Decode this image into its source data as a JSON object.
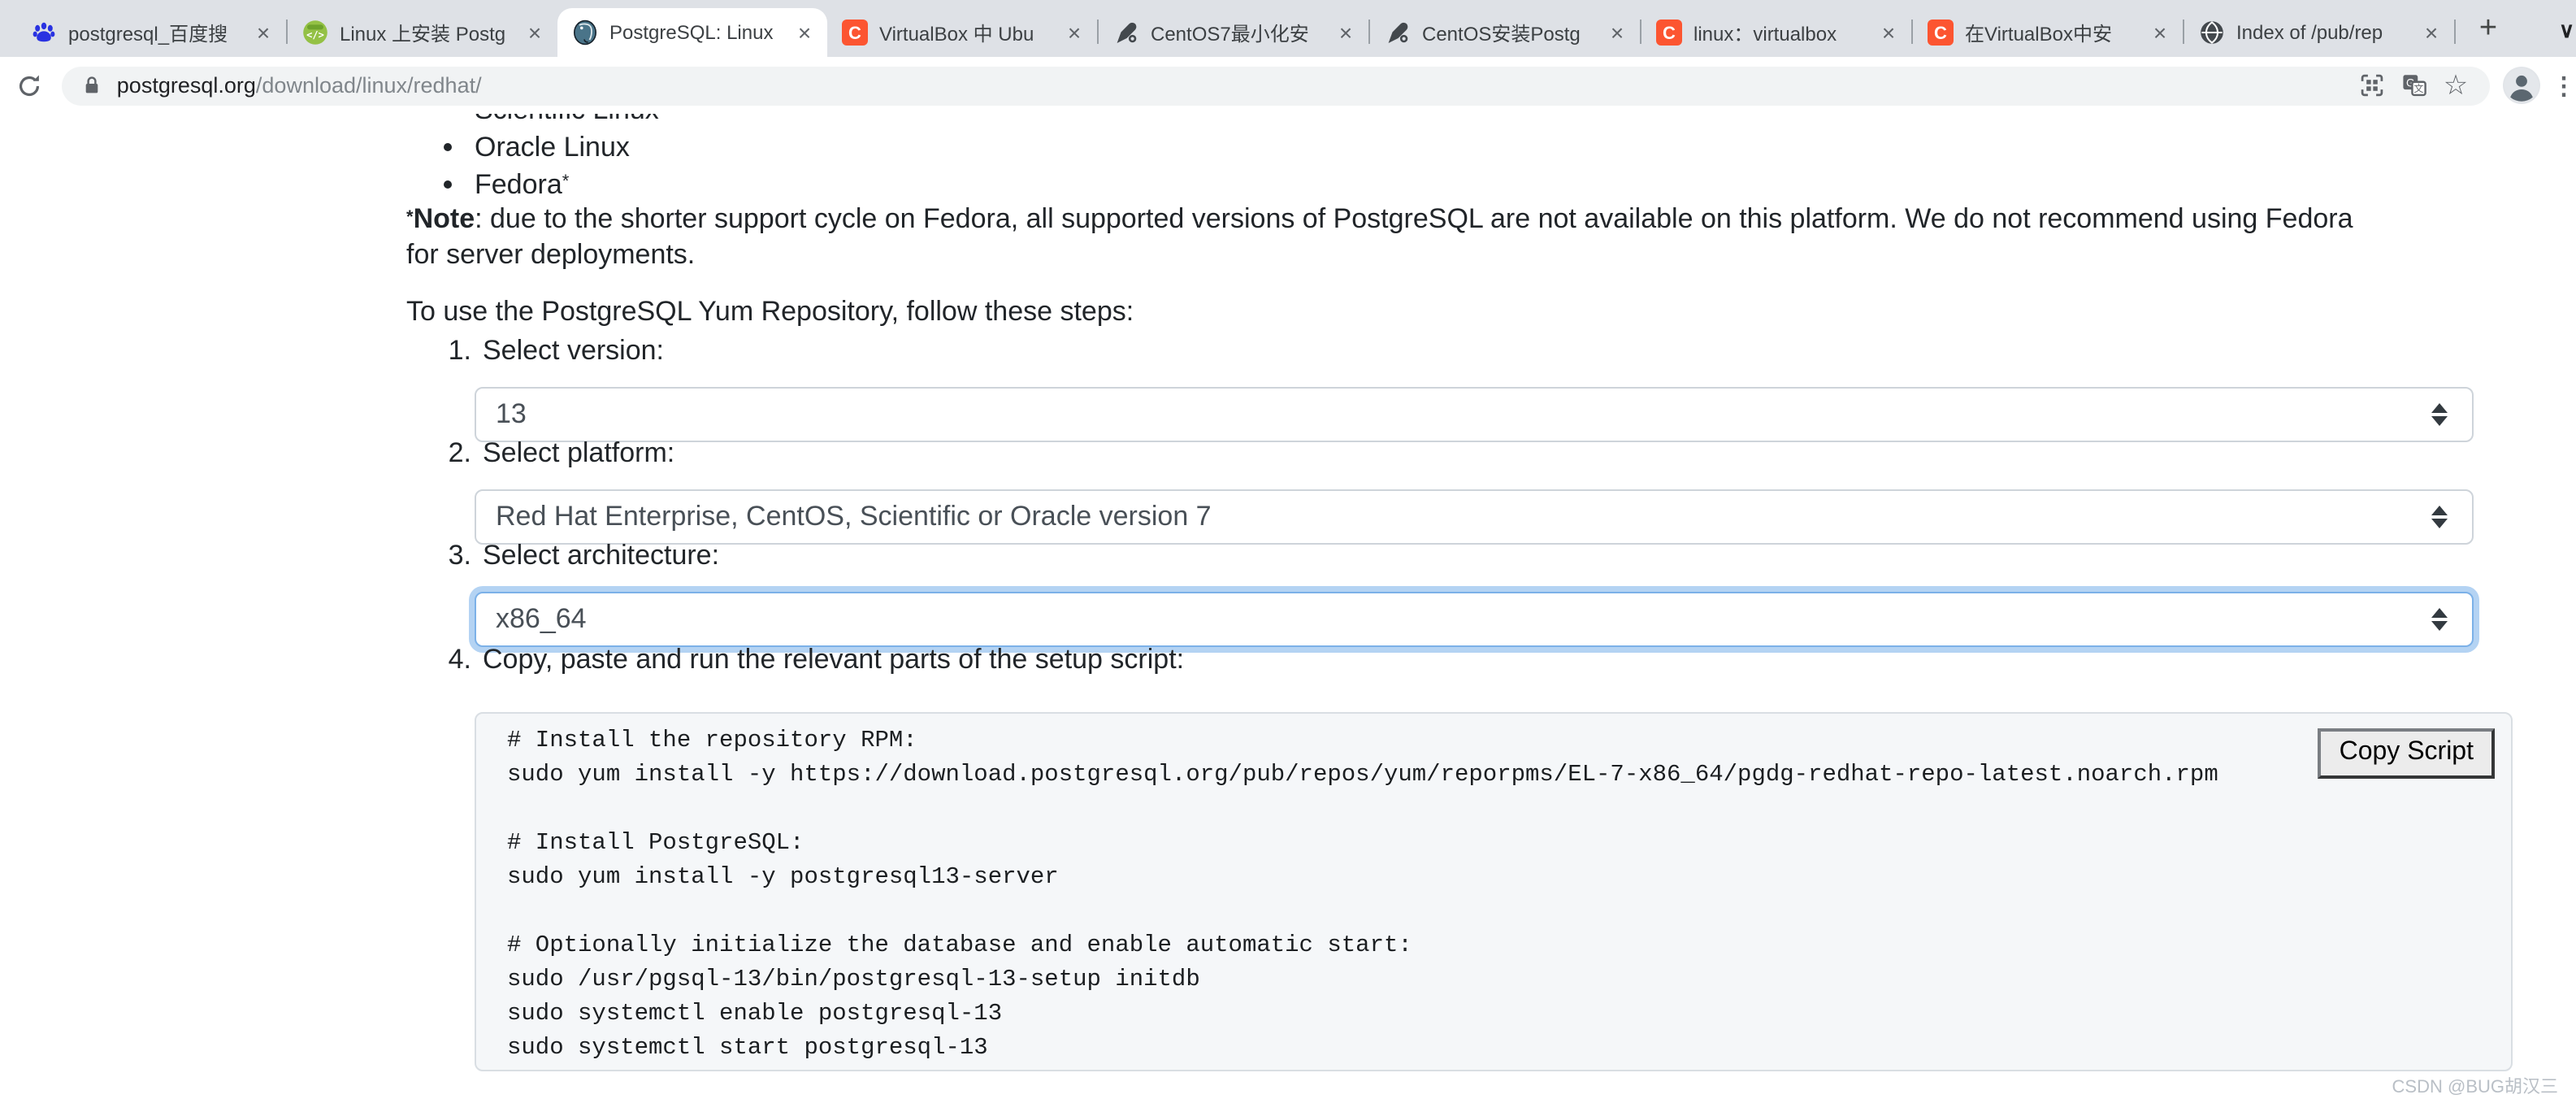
{
  "icons": {
    "close": "×",
    "plus": "+",
    "star": "☆",
    "dots": "⋮",
    "chevron": "∨"
  },
  "browser": {
    "tabs": [
      {
        "title": "postgresql_百度搜",
        "icon": "baidu"
      },
      {
        "title": "Linux 上安装 Postg",
        "icon": "code-green"
      },
      {
        "title": "PostgreSQL: Linux",
        "icon": "postgresql",
        "active": true
      },
      {
        "title": "VirtualBox 中 Ubu",
        "icon": "csdn"
      },
      {
        "title": "CentOS7最小化安",
        "icon": "pen"
      },
      {
        "title": "CentOS安装Postg",
        "icon": "pen"
      },
      {
        "title": "linux：virtualbox",
        "icon": "csdn"
      },
      {
        "title": "在VirtualBox中安",
        "icon": "csdn"
      },
      {
        "title": "Index of /pub/rep",
        "icon": "globe"
      }
    ],
    "url_domain": "postgresql.org",
    "url_path": "/download/linux/redhat/"
  },
  "page": {
    "list_items": {
      "item1": "Scientific Linux",
      "item2": "Oracle Linux",
      "item3": "Fedora",
      "item3_sup": "*"
    },
    "note": {
      "star": "*",
      "bold": "Note",
      "rest": ": due to the shorter support cycle on Fedora, all supported versions of PostgreSQL are not available on this platform. We do not recommend using Fedora for server deployments."
    },
    "intro": "To use the PostgreSQL Yum Repository, follow these steps:",
    "steps": [
      {
        "num": "1.",
        "label": "Select version:",
        "value": "13"
      },
      {
        "num": "2.",
        "label": "Select platform:",
        "value": "Red Hat Enterprise, CentOS, Scientific or Oracle version 7"
      },
      {
        "num": "3.",
        "label": "Select architecture:",
        "value": "x86_64"
      },
      {
        "num": "4.",
        "label": "Copy, paste and run the relevant parts of the setup script:"
      }
    ],
    "code_lines": [
      "# Install the repository RPM:",
      "sudo yum install -y https://download.postgresql.org/pub/repos/yum/reporpms/EL-7-x86_64/pgdg-redhat-repo-latest.noarch.rpm",
      "",
      "# Install PostgreSQL:",
      "sudo yum install -y postgresql13-server",
      "",
      "# Optionally initialize the database and enable automatic start:",
      "sudo /usr/pgsql-13/bin/postgresql-13-setup initdb",
      "sudo systemctl enable postgresql-13",
      "sudo systemctl start postgresql-13"
    ],
    "copy_button": "Copy Script",
    "watermark": "CSDN @BUG胡汉三"
  }
}
